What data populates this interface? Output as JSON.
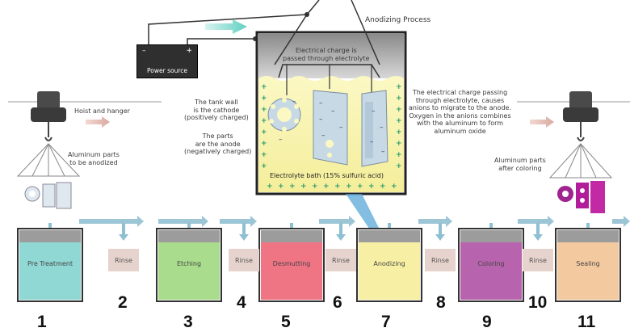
{
  "title": "Anodizing Process",
  "power_source": {
    "label": "Power source",
    "minus": "–",
    "plus": "+"
  },
  "annotations": {
    "hoist": "Hoist and hanger",
    "parts_in": [
      "Aluminum parts",
      "to be anodized"
    ],
    "parts_out": [
      "Aluminum parts",
      "after coloring"
    ],
    "cathode": [
      "The tank wall",
      "is the cathode",
      "(positively charged)"
    ],
    "anode": [
      "The parts",
      "are the anode",
      "(negatively charged)"
    ],
    "charge": [
      "Electrical charge is",
      "passed through electrolyte"
    ],
    "bath": "Electrolyte bath (15% sulfuric acid)",
    "explanation": [
      "The electrical charge passing",
      "through electrolyte, causes",
      "anions to migrate to the anode.",
      "Oxygen in the anions combines",
      "with the aluminum to form",
      "aluminum oxide"
    ]
  },
  "tanks": [
    {
      "label": "Pre Treatment",
      "color": "#8fd8d4"
    },
    {
      "label": "Etching",
      "color": "#a9dc8c"
    },
    {
      "label": "Desmutting",
      "color": "#ef7484"
    },
    {
      "label": "Anodizing",
      "color": "#f7f0a4"
    },
    {
      "label": "Coloring",
      "color": "#b763ad"
    },
    {
      "label": "Sealing",
      "color": "#f3c9a0"
    }
  ],
  "rinse_label": "Rinse",
  "step_numbers": [
    "1",
    "2",
    "3",
    "4",
    "5",
    "6",
    "7",
    "8",
    "9",
    "10",
    "11"
  ]
}
